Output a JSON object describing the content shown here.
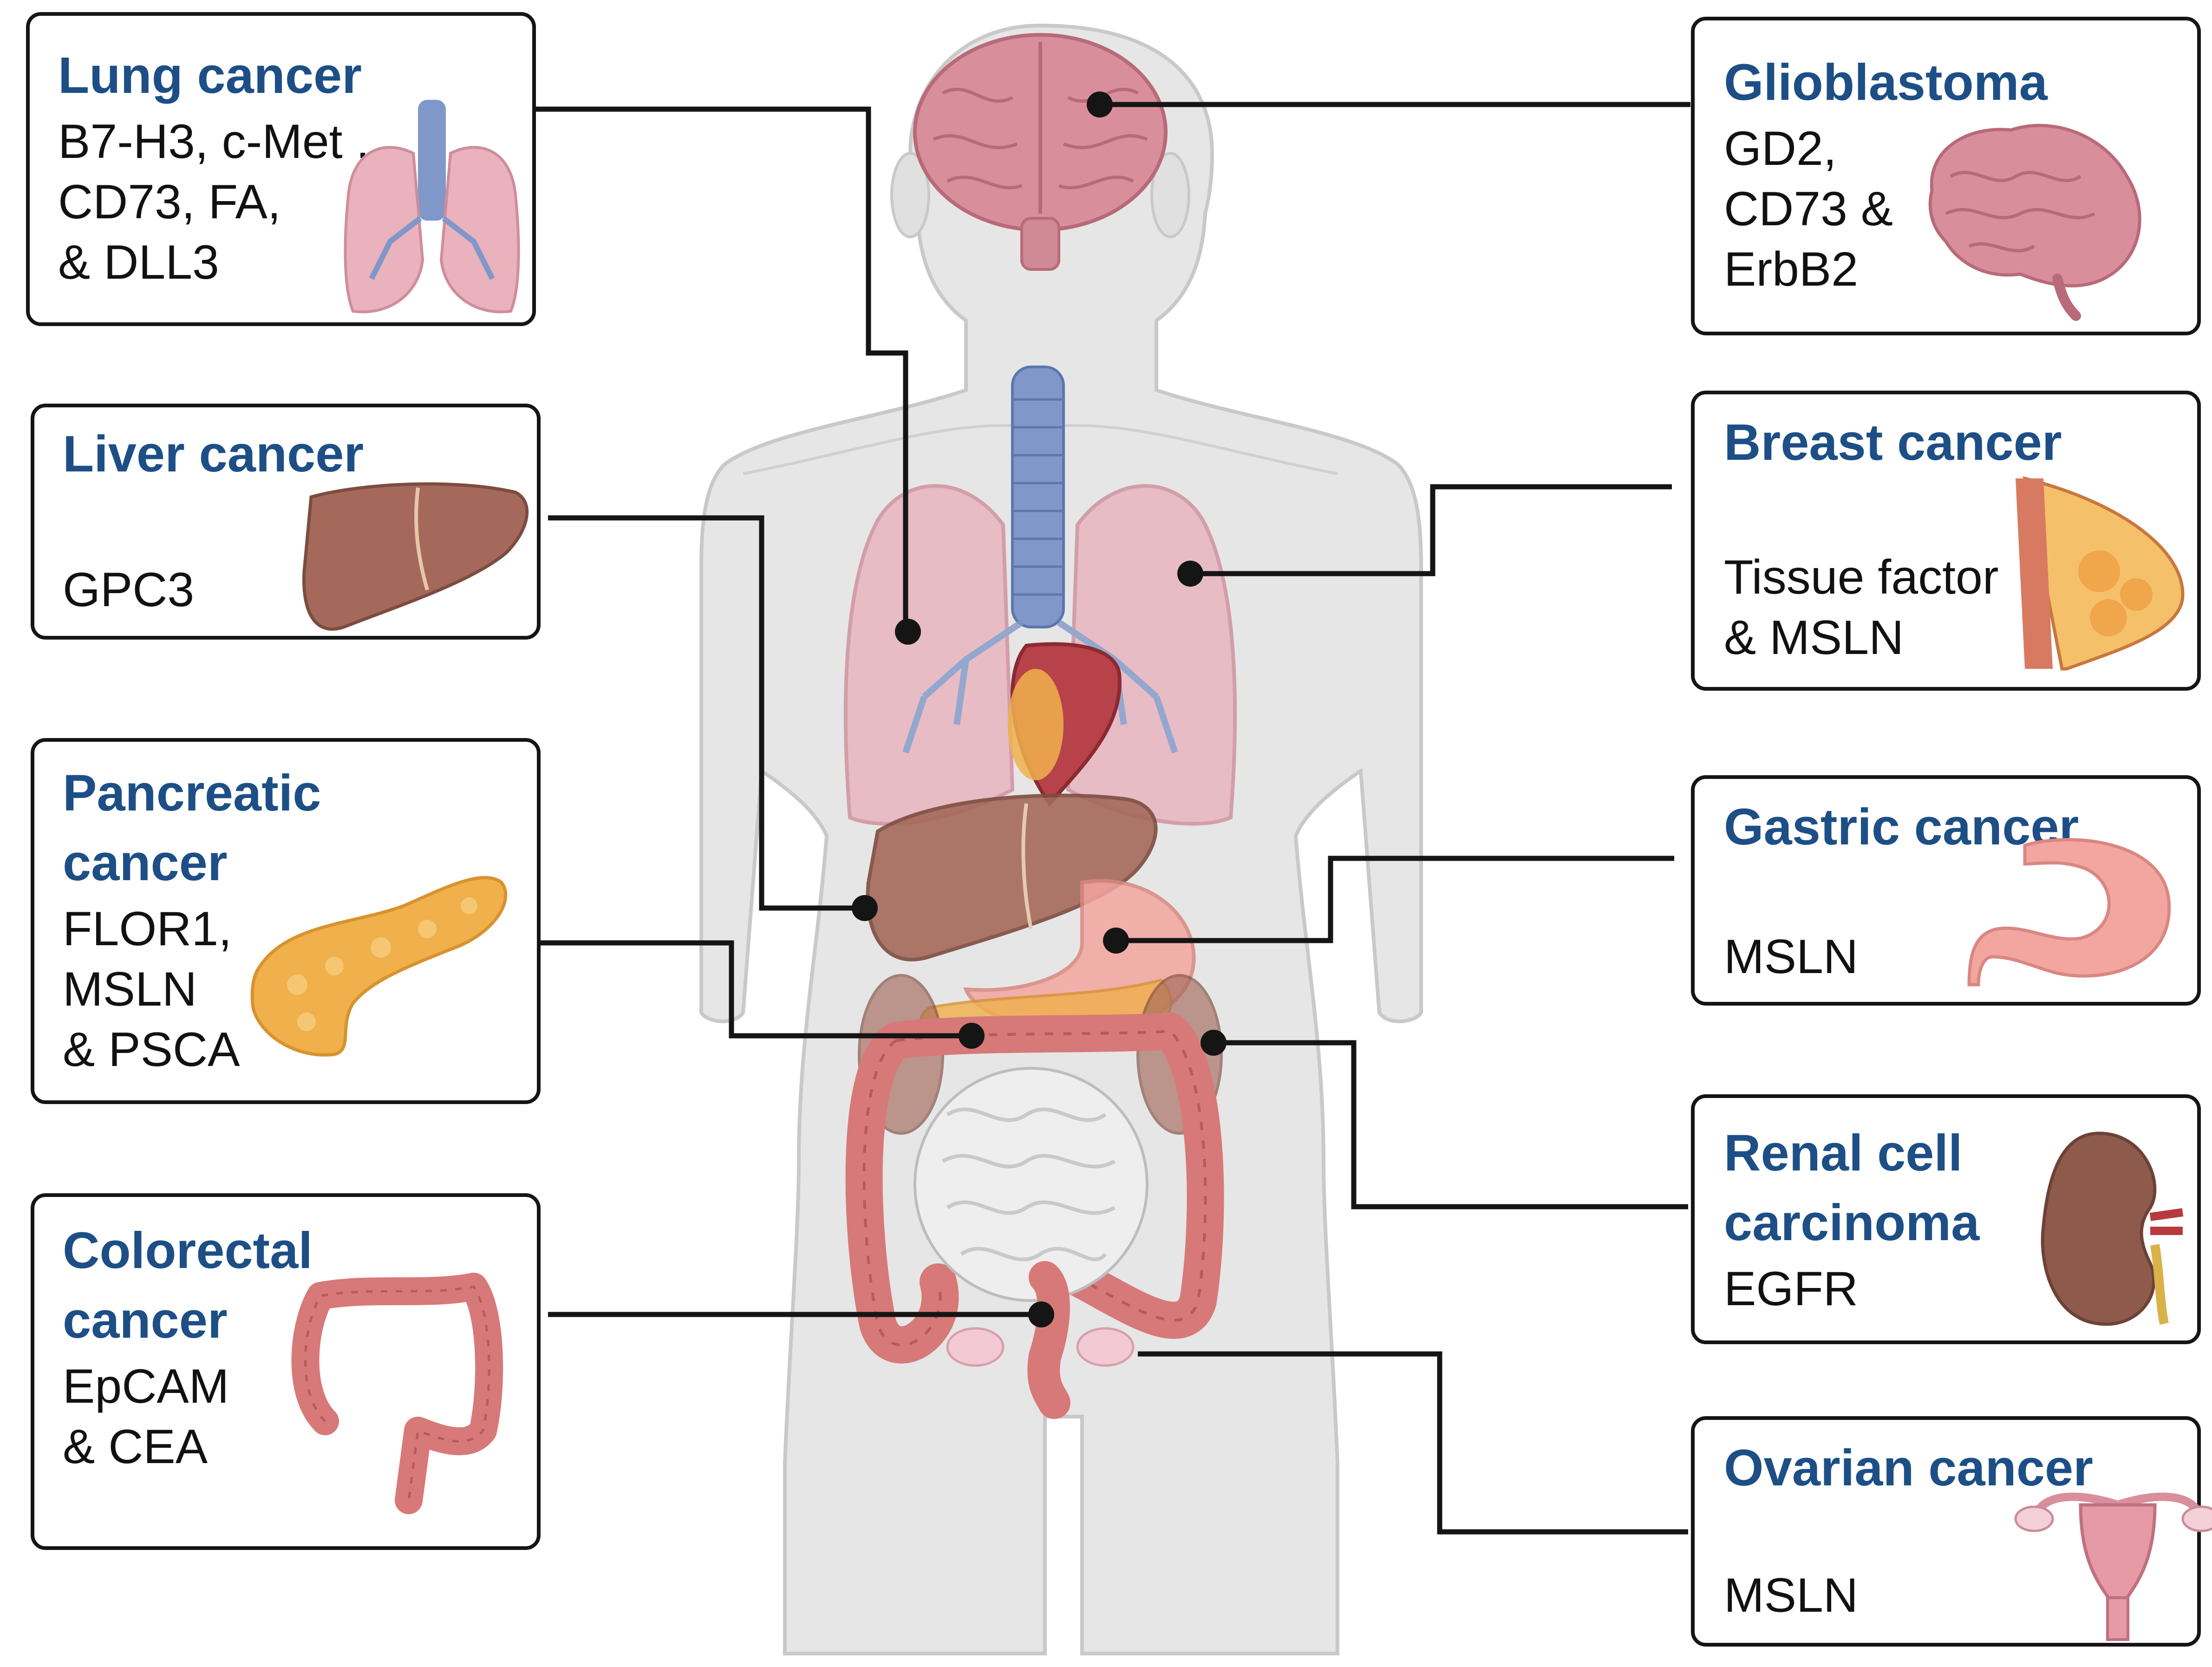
{
  "panels": {
    "lung": {
      "title": "Lung cancer",
      "lines": [
        "B7-H3, c-Met ,",
        "CD73, FA,",
        "& DLL3"
      ]
    },
    "liver": {
      "title": "Liver cancer",
      "lines": [
        "GPC3"
      ]
    },
    "pancreatic": {
      "title_lines": [
        "Pancreatic",
        "cancer"
      ],
      "lines": [
        "FLOR1,",
        "MSLN",
        "& PSCA"
      ]
    },
    "colorectal": {
      "title_lines": [
        "Colorectal",
        "cancer"
      ],
      "lines": [
        "EpCAM",
        "& CEA"
      ]
    },
    "glioblastoma": {
      "title": "Glioblastoma",
      "lines": [
        "GD2,",
        "CD73 &",
        "ErbB2"
      ]
    },
    "breast": {
      "title": "Breast cancer",
      "lines": [
        "Tissue factor",
        "& MSLN"
      ]
    },
    "gastric": {
      "title": "Gastric cancer",
      "lines": [
        "MSLN"
      ]
    },
    "renal": {
      "title_lines": [
        "Renal cell",
        "carcinoma"
      ],
      "lines": [
        "EGFR"
      ]
    },
    "ovarian": {
      "title": "Ovarian cancer",
      "lines": [
        "MSLN"
      ]
    }
  },
  "colors": {
    "title": "#1d4f86",
    "body_silhouette": "#e6e6e6",
    "lung": "#e9b2bd",
    "airway": "#8098c9",
    "liver": "#a5695b",
    "brain": "#d98f9b",
    "colon": "#d77978",
    "pancreas": "#f0b04c",
    "stomach": "#f3a6a0",
    "kidney": "#8e5a4c",
    "small_intestine": "#eeeeee"
  }
}
